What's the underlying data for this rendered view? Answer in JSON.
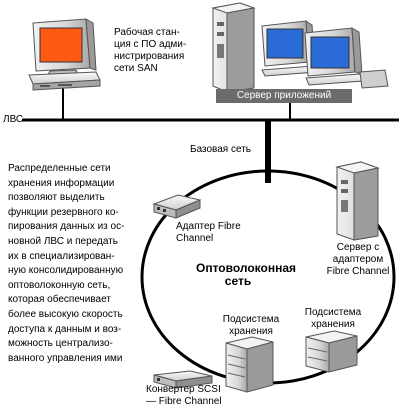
{
  "labels": {
    "lan": "ЛВС",
    "workstation": "Рабочая стан-\nция с ПО адми-\nнистрирования\nсети SAN",
    "app_server": "Сервер приложений",
    "base_network": "Базовая сеть",
    "description": "Распределенные сети\nхранения информации\nпозволяют выделить\nфункции резервного ко-\nпирования данных из ос-\nновной ЛВС и передать\nих в специализирован-\nную консолидированную\nоптоволоконную сеть,\nкоторая обеспечивает\nболее высокую скорость\nдоступа к данным и воз-\nможность централизо-\nванного управления ими",
    "fibre_adapter": "Адаптер Fibre\nChannel",
    "server_with_adapter": "Сервер с\nадаптером\nFibre Channel",
    "optical_network": "Оптоволоконная\nсеть",
    "storage_1": "Подсистема\nхранения",
    "storage_2": "Подсистема\nхранения",
    "converter": "Конвертер SCSI\n— Fibre Channel"
  },
  "colors": {
    "screen_workstation": "#ff5a14",
    "screen_server": "#2a6bd8",
    "case_light": "#e6e6e6",
    "case_mid": "#c4c4c4",
    "case_dark": "#8c8c8c",
    "line": "#000000"
  }
}
